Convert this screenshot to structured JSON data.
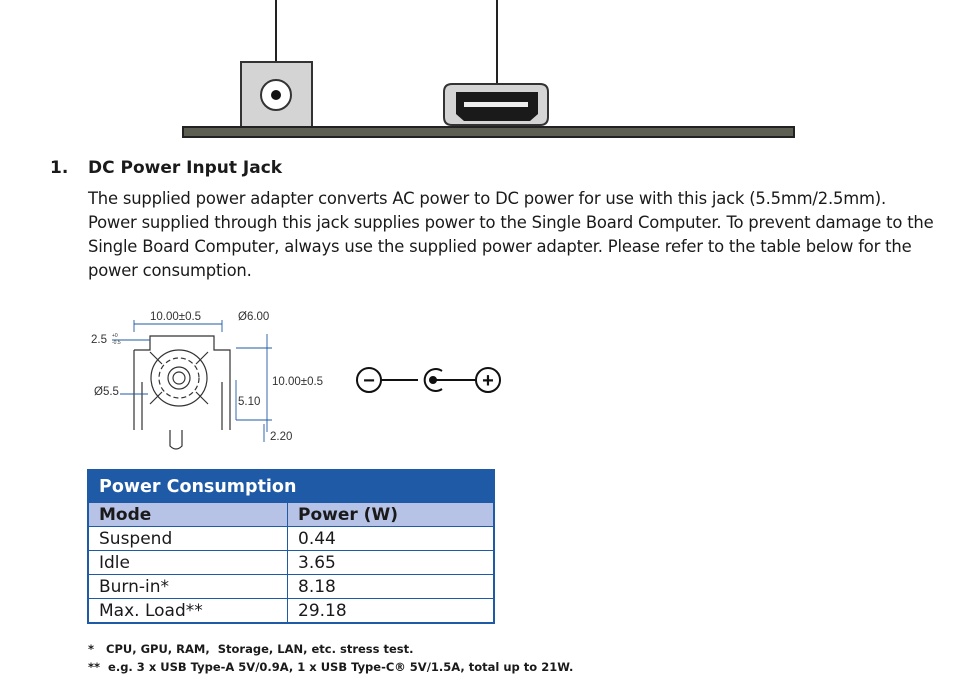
{
  "section": {
    "number": "1.",
    "title": "DC Power Input Jack",
    "body": "The supplied power adapter converts AC power to DC power for use with this jack (5.5mm/2.5mm). Power supplied through this jack supplies power to the Single Board Computer. To prevent damage to the Single Board Computer, always use the supplied power adapter. Please refer to the table below for the power consumption."
  },
  "dimensions": {
    "width_top": "10.00±0.5",
    "hole": "Ø6.00",
    "pin": "2.5",
    "pin_tol_plus": "+0",
    "pin_tol_minus": "-0.5",
    "outer": "Ø5.5",
    "height": "10.00±0.5",
    "center": "5.10",
    "bottom": "2.20"
  },
  "polarity": {
    "left": "−",
    "right": "+"
  },
  "table": {
    "title": "Power Consumption",
    "headers": [
      "Mode",
      "Power (W)"
    ],
    "rows": [
      [
        "Suspend",
        "0.44"
      ],
      [
        "Idle",
        "3.65"
      ],
      [
        "Burn-in*",
        "8.18"
      ],
      [
        "Max. Load**",
        "29.18"
      ]
    ]
  },
  "footnotes": [
    "*   CPU, GPU, RAM,  Storage, LAN, etc. stress test.",
    "**  e.g. 3 x USB Type-A 5V/0.9A, 1 x USB Type-C® 5V/1.5A, total up to 21W."
  ],
  "colors": {
    "accent": "#1f5aa6",
    "header_row": "#b7c3e6",
    "board": "#5c5f52"
  }
}
